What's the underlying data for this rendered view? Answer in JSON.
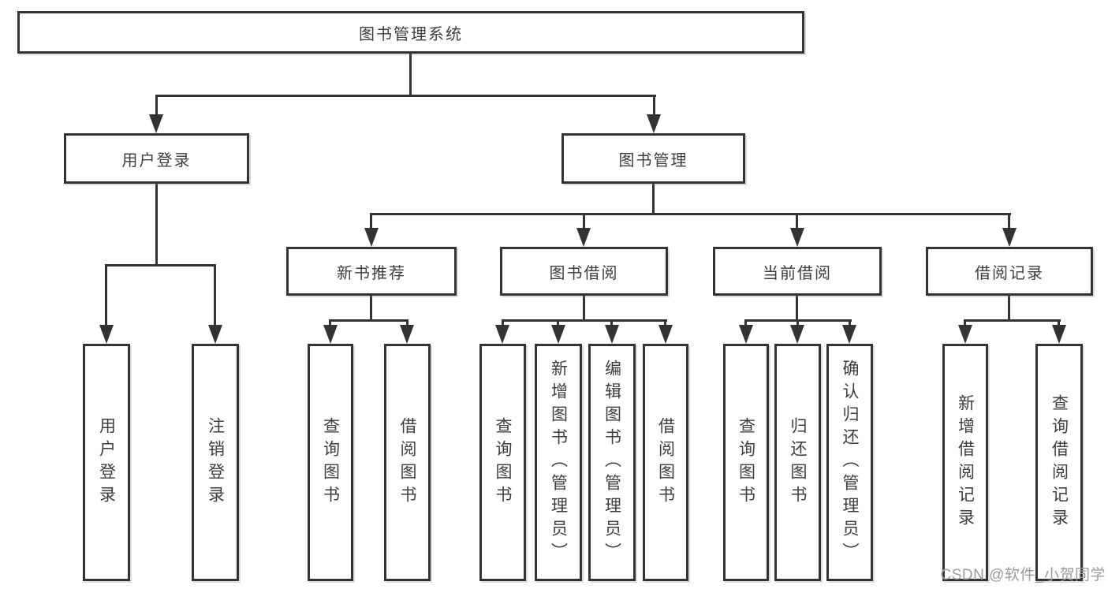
{
  "colors": {
    "line": "#333333",
    "text": "#3d3d3d",
    "box_bg": "#ffffff",
    "watermark": "#9b9b9b"
  },
  "tree": {
    "root": "图书管理系统",
    "children": [
      {
        "label": "用户登录",
        "children": [
          "用户登录",
          "注销登录"
        ]
      },
      {
        "label": "图书管理",
        "children": [
          {
            "label": "新书推荐",
            "children": [
              "查询图书",
              "借阅图书"
            ]
          },
          {
            "label": "图书借阅",
            "children": [
              "查询图书",
              "新增图书（管理员）",
              "编辑图书（管理员）",
              "借阅图书"
            ]
          },
          {
            "label": "当前借阅",
            "children": [
              "查询图书",
              "归还图书",
              "确认归还（管理员）"
            ]
          },
          {
            "label": "借阅记录",
            "children": [
              "新增借阅记录",
              "查询借阅记录"
            ]
          }
        ]
      }
    ]
  },
  "watermark": {
    "text": "CSDN @软件_小贺同学"
  }
}
